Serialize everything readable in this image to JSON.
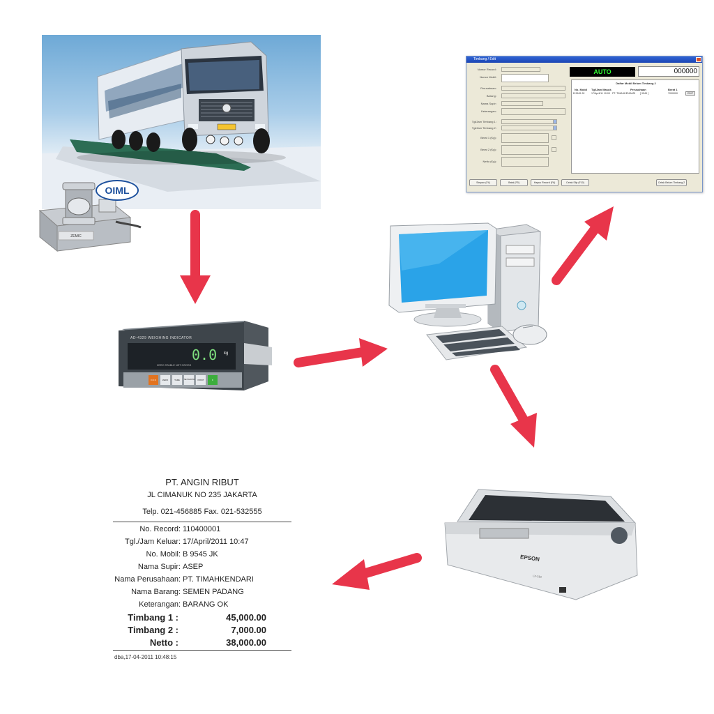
{
  "indicator": {
    "model_label": "AD-4329 WEIGHING INDICATOR",
    "reading": "0.0",
    "unit": "kg",
    "status_labels": "ZERO STABLE NET GROSS",
    "keys": [
      "F.U.S",
      "ZERO",
      "TARE",
      "NET/GROSS",
      "PRINT",
      "F"
    ]
  },
  "loadcell": {
    "badge": "OIML"
  },
  "software": {
    "window_title": "Timbang / Edit",
    "mode": "AUTO",
    "counter": "000000",
    "fields": [
      "Nomor Record :",
      "Nomor Mobil :",
      "Perusahaan :",
      "Barang :",
      "Nama Supir :",
      "Keterangan :",
      "Tgl/Jam Timbang 1 :",
      "Tgl/Jam Timbang 2 :",
      "Berat 1 (Kg) :",
      "Berat 2 (Kg) :",
      "Netto (Kg) :"
    ],
    "list_title": "Daftar Mobil Belum Timbang 2",
    "list_columns": [
      "No. Mobil",
      "Tgl/Jam Masuk",
      "Perusahaan",
      "Berat 1"
    ],
    "list_row": [
      "B 9545 JK",
      "17/April/11 10:00",
      "PT. TIMAHKENDARI",
      "[ 9545 ]",
      "7000000",
      "EDIT"
    ],
    "buttons": [
      "Simpan (F4)",
      "Batal (F5)",
      "Hapus Record (F6)",
      "Cetak Slip (F10)",
      "Cetak Belum Timbang 2"
    ]
  },
  "printer": {
    "brand": "EPSON",
    "model": "LX-310"
  },
  "receipt": {
    "company": "PT. ANGIN RIBUT",
    "address": "JL CIMANUK NO 235 JAKARTA",
    "phone": "Telp. 021-456885 Fax. 021-532555",
    "rows": [
      {
        "label": "No. Record",
        "value": "110400001"
      },
      {
        "label": "Tgl./Jam Keluar",
        "value": "17/April/2011 10:47"
      },
      {
        "label": "No. Mobil",
        "value": "B 9545 JK"
      },
      {
        "label": "Nama Supir",
        "value": "ASEP"
      },
      {
        "label": "Nama Perusahaan",
        "value": "PT. TIMAHKENDARI"
      },
      {
        "label": "Nama Barang",
        "value": "SEMEN PADANG"
      },
      {
        "label": "Keterangan",
        "value": "BARANG OK"
      }
    ],
    "totals": [
      {
        "label": "Timbang 1 :",
        "value": "45,000.00"
      },
      {
        "label": "Timbang 2 :",
        "value": "7,000.00"
      },
      {
        "label": "Netto :",
        "value": "38,000.00"
      }
    ],
    "footer": "dba,17-04-2011 10:48:15"
  },
  "colors": {
    "arrow": "#e8354a",
    "screen": "#2aa3e8",
    "auto_text": "#32ff32"
  }
}
